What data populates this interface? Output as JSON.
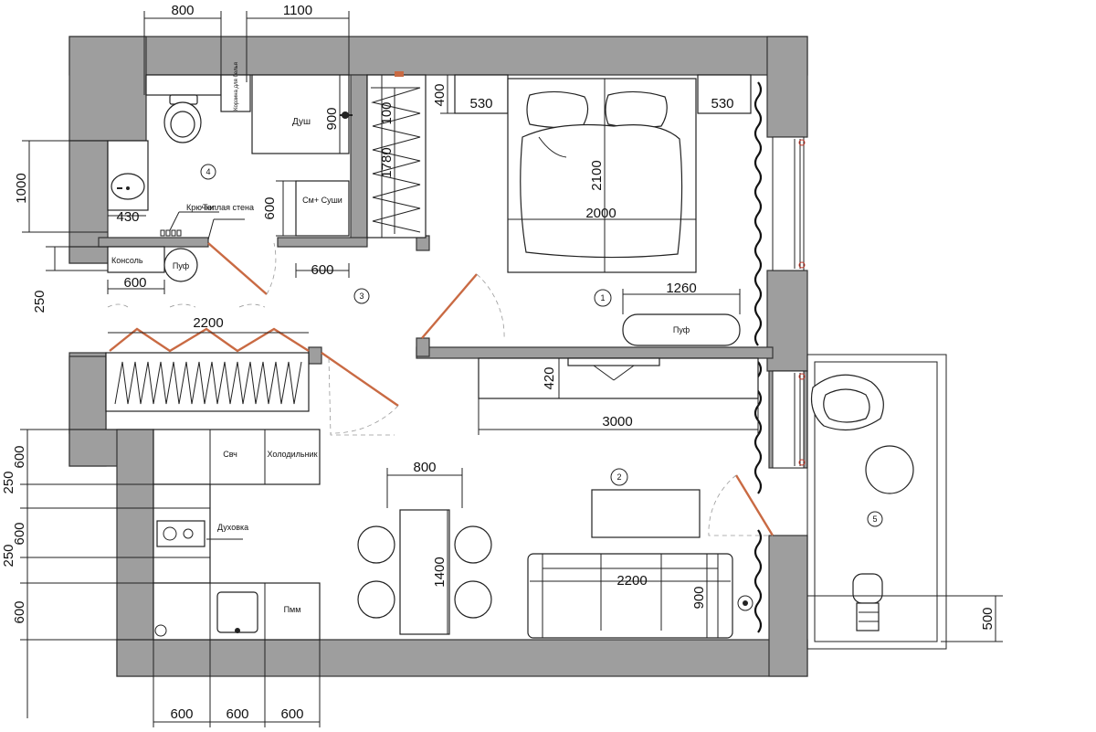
{
  "plan": {
    "dimensions": {
      "top_wc_width": "800",
      "top_shower_width": "1100",
      "bath_height": "1000",
      "sink_width": "430",
      "niche_depth": "250",
      "console_width": "600",
      "wardrobe_width": "2200",
      "shower_depth": "900",
      "closet_upper": "100",
      "closet_length": "1780",
      "washer_depth": "600",
      "washer_width": "600",
      "nightstand_left": "530",
      "nightstand_right": "530",
      "nightstand_depth": "400",
      "bed_length": "2100",
      "bed_width": "2000",
      "pouf_width": "1260",
      "tv_unit_depth": "420",
      "tv_unit_width": "3000",
      "table_width": "800",
      "table_length": "1400",
      "sofa_width": "2200",
      "sofa_depth": "900",
      "kitchen_rows": [
        "600",
        "250",
        "600",
        "250",
        "600"
      ],
      "kitchen_bottom": [
        "600",
        "600",
        "600"
      ],
      "balcony_desk": "500"
    },
    "labels": {
      "shower": "Душ",
      "laundry_hamper": "Корзина для белья",
      "washer_dryer": "См+ Суши",
      "hooks": "Крючки",
      "warm_wall": "Теплая стена",
      "console": "Консоль",
      "pouf_hall": "Пуф",
      "pouf_bedroom": "Пуф",
      "microwave": "Свч",
      "fridge": "Холодильник",
      "oven": "Духовка",
      "dishwasher": "Пмм"
    },
    "rooms": [
      "1",
      "2",
      "3",
      "4",
      "5"
    ]
  }
}
